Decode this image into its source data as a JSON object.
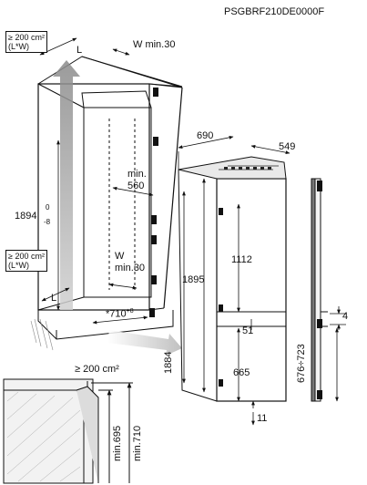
{
  "header": {
    "code": "PSGBRF210DE0000F"
  },
  "ventilation_top": {
    "area": "≥ 200 cm²",
    "formula": "(L*W)"
  },
  "ventilation_mid": {
    "area": "≥ 200 cm²",
    "formula": "(L*W)"
  },
  "ventilation_bottom": {
    "area": "≥ 200 cm²"
  },
  "niche": {
    "width_symbol": "L",
    "depth_top": "W min.30",
    "height_main": "1894",
    "height_tol_upper": "0",
    "height_tol_lower": "-8",
    "depth_min": "min.",
    "depth_min_value": "560",
    "depth_mid_w": "W",
    "depth_mid_min": "min.30",
    "width_bottom_symbol": "L",
    "width_710": "*710",
    "width_710_tol": "+8"
  },
  "appliance": {
    "width": "690",
    "depth": "549",
    "height_total": "1895",
    "height_upper": "1112",
    "height_gap": "51",
    "height_lower": "665",
    "height_floor": "11",
    "height_niche": "1884"
  },
  "door": {
    "offset": "4",
    "range": "676÷723"
  },
  "detail": {
    "min_695": "min.695",
    "min_710": "min.710"
  }
}
